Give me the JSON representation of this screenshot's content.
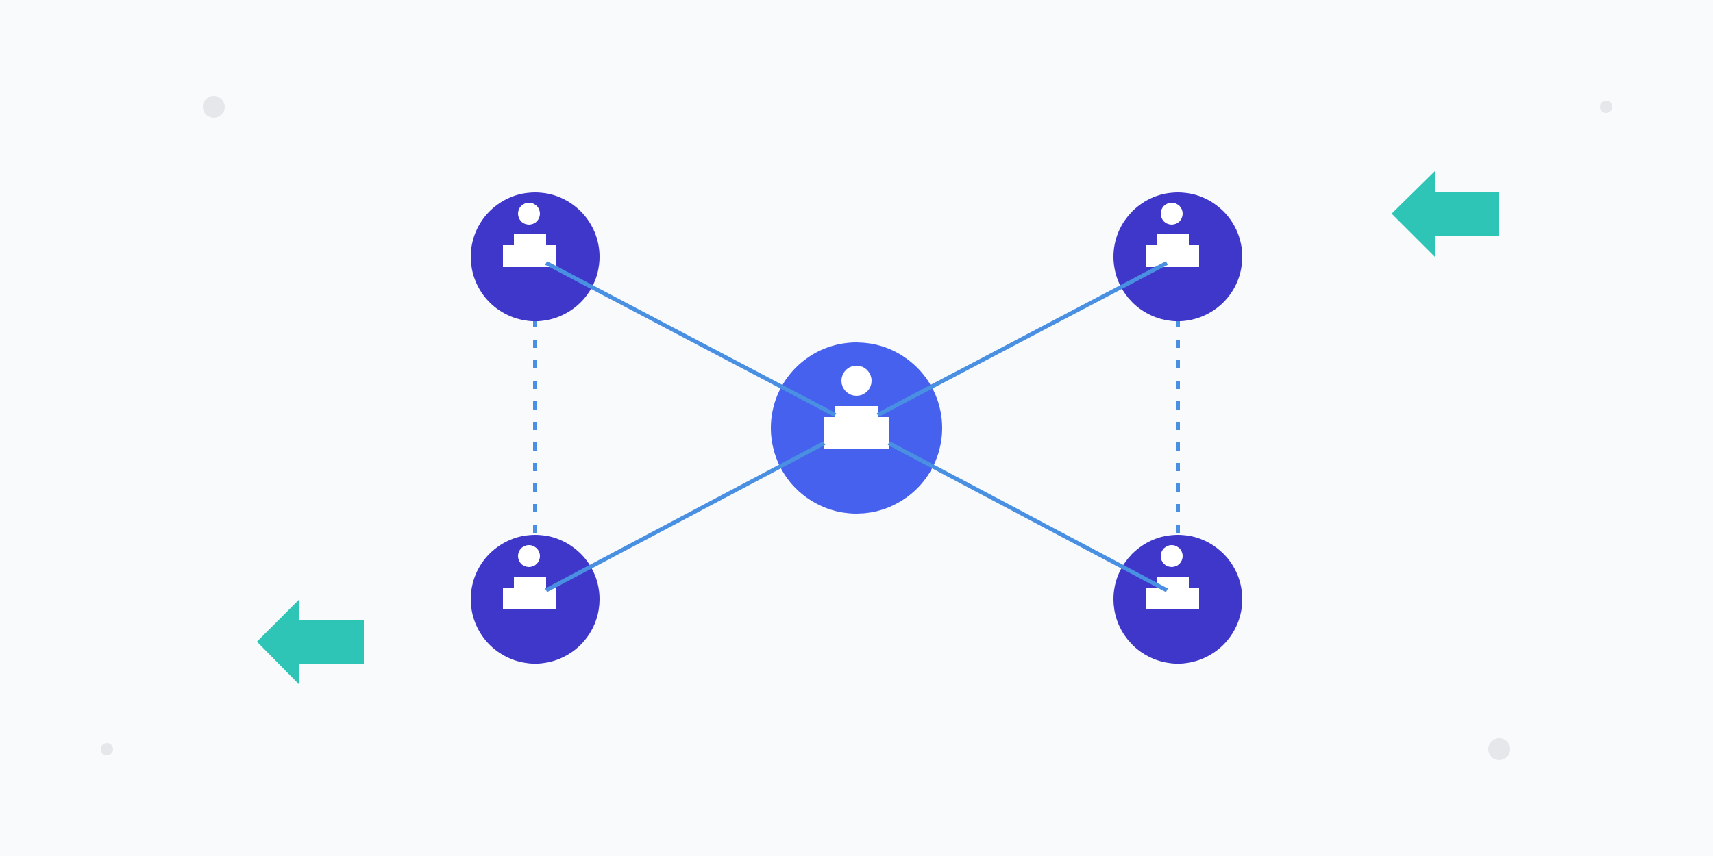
{
  "diagram": {
    "type": "network",
    "nodes": [
      {
        "id": "hub",
        "role": "central-user",
        "icon": "user-icon"
      },
      {
        "id": "tl",
        "role": "peer-user",
        "icon": "user-icon"
      },
      {
        "id": "tr",
        "role": "peer-user",
        "icon": "user-icon"
      },
      {
        "id": "bl",
        "role": "peer-user",
        "icon": "user-icon"
      },
      {
        "id": "br",
        "role": "peer-user",
        "icon": "user-icon"
      }
    ],
    "edges": [
      {
        "from": "hub",
        "to": "tl",
        "style": "solid"
      },
      {
        "from": "hub",
        "to": "tr",
        "style": "solid"
      },
      {
        "from": "hub",
        "to": "bl",
        "style": "solid"
      },
      {
        "from": "hub",
        "to": "br",
        "style": "solid"
      },
      {
        "from": "tl",
        "to": "bl",
        "style": "dashed"
      },
      {
        "from": "tr",
        "to": "br",
        "style": "dashed"
      }
    ],
    "arrows": [
      {
        "id": "top-right",
        "direction": "left",
        "icon": "arrow-left-icon"
      },
      {
        "id": "bottom-left",
        "direction": "left",
        "icon": "arrow-left-icon"
      }
    ]
  },
  "colors": {
    "background": "#f8fafc",
    "hub": "#4661ee",
    "peer": "#3f37c9",
    "edge": "#4a90e2",
    "arrow": "#2ec4b6",
    "icon": "#ffffff",
    "dot": "#e5e7eb"
  }
}
